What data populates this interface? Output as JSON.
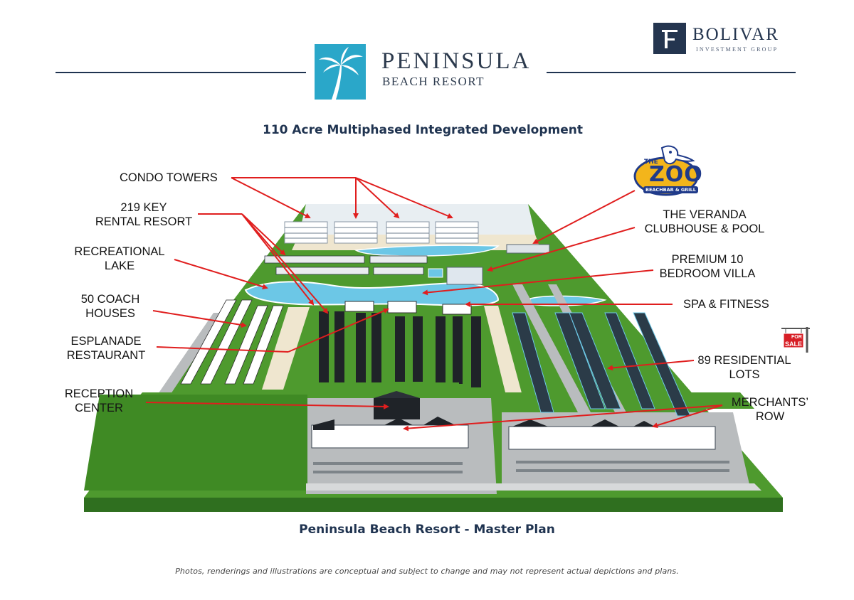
{
  "header": {
    "brand_name": "PENINSULA",
    "brand_sub": "BEACH RESORT",
    "partner_name": "BOLIVAR",
    "partner_sub": "INVESTMENT GROUP"
  },
  "top_heading": "110 Acre Multiphased Integrated Development",
  "bottom_heading": "Peninsula Beach Resort - Master Plan",
  "disclaimer": "Photos, renderings and illustrations are conceptual and subject to change and may not represent actual depictions and plans.",
  "zoo_logo": {
    "line1": "THE",
    "line2": "ZOO",
    "line3": "BEACHBAR & GRILL"
  },
  "for_sale_sign": {
    "line1": "FOR",
    "line2": "SALE"
  },
  "callouts": {
    "condo_towers": {
      "line1": "CONDO TOWERS"
    },
    "rental_resort": {
      "line1": "219 KEY",
      "line2": "RENTAL RESORT"
    },
    "recreational_lake": {
      "line1": "RECREATIONAL",
      "line2": "LAKE"
    },
    "coach_houses": {
      "line1": "50 COACH",
      "line2": "HOUSES"
    },
    "esplanade": {
      "line1": "ESPLANADE",
      "line2": "RESTAURANT"
    },
    "reception": {
      "line1": "RECEPTION",
      "line2": "CENTER"
    },
    "veranda": {
      "line1": "THE VERANDA",
      "line2": "CLUBHOUSE & POOL"
    },
    "villa": {
      "line1": "PREMIUM 10",
      "line2": "BEDROOM VILLA"
    },
    "spa": {
      "line1": "SPA & FITNESS"
    },
    "residential": {
      "line1": "89 RESIDENTIAL",
      "line2": "LOTS"
    },
    "merchants": {
      "line1": "MERCHANTS’",
      "line2": "ROW"
    }
  },
  "colors": {
    "navy": "#1f3350",
    "teal": "#2aa7c9",
    "grass": "#4e9a2e",
    "grass_dark": "#2f6f1f",
    "road": "#b9bcbe",
    "water": "#6cc7e6",
    "sand": "#efe6cf",
    "arrow": "#e01e1e"
  },
  "icons": {
    "brand": "palm-tree-icon",
    "partner": "building-monogram-icon",
    "zoo": "pelican-icon",
    "sale": "for-sale-sign-icon"
  }
}
